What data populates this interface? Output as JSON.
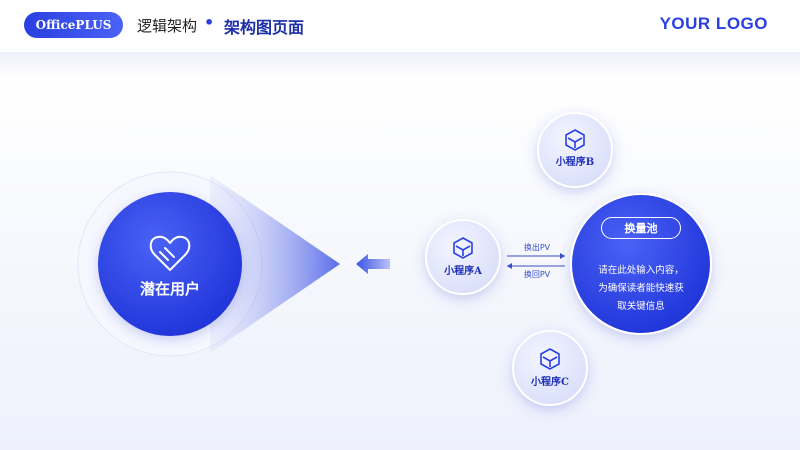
{
  "header": {
    "brand": "OfficePLUS",
    "breadcrumb_1": "逻辑架构",
    "separator": "•",
    "breadcrumb_2": "架构图页面",
    "logo": "YOUR LOGO"
  },
  "diagram": {
    "user_node": {
      "label": "潜在用户",
      "icon": "handshake-heart-icon"
    },
    "mini_app_a": {
      "label": "小程序A",
      "icon": "cube-icon"
    },
    "mini_app_b": {
      "label": "小程序B",
      "icon": "cube-icon"
    },
    "mini_app_c": {
      "label": "小程序C",
      "icon": "cube-icon"
    },
    "arrow_out_label": "换出PV",
    "arrow_back_label": "换回PV",
    "pool": {
      "title": "换量池",
      "lines": [
        "请在此处输入内容，",
        "为确保读者能快速获",
        "取关键信息"
      ]
    }
  },
  "colors": {
    "primary": "#2a3fe0",
    "deep_blue": "#1d2fa8",
    "node_light": "#e6e9fb",
    "background": "#f4f6fd"
  }
}
